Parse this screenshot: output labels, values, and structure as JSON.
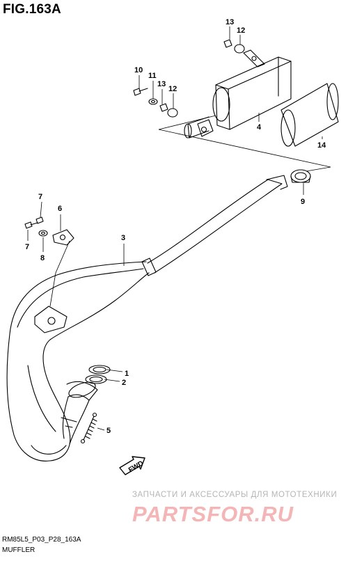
{
  "figure": {
    "title": "FIG.163A",
    "drawing_code": "RM85L5_P03_P28_163A",
    "section_name": "MUFFLER"
  },
  "watermark": {
    "text": "ЗАПЧАСТИ И АКСЕССУАРЫ ДЛЯ МОТОТЕХНИКИ",
    "logo": "PARTSFOR.RU"
  },
  "direction_arrow": {
    "label": "FWD"
  },
  "callouts": [
    {
      "id": "c1",
      "label": "1"
    },
    {
      "id": "c2",
      "label": "2"
    },
    {
      "id": "c3",
      "label": "3"
    },
    {
      "id": "c4",
      "label": "4"
    },
    {
      "id": "c5",
      "label": "5"
    },
    {
      "id": "c6",
      "label": "6"
    },
    {
      "id": "c7a",
      "label": "7"
    },
    {
      "id": "c7b",
      "label": "7"
    },
    {
      "id": "c8",
      "label": "8"
    },
    {
      "id": "c9",
      "label": "9"
    },
    {
      "id": "c10",
      "label": "10"
    },
    {
      "id": "c11",
      "label": "11"
    },
    {
      "id": "c12a",
      "label": "12"
    },
    {
      "id": "c12b",
      "label": "12"
    },
    {
      "id": "c13a",
      "label": "13"
    },
    {
      "id": "c13b",
      "label": "13"
    },
    {
      "id": "c14",
      "label": "14"
    }
  ]
}
